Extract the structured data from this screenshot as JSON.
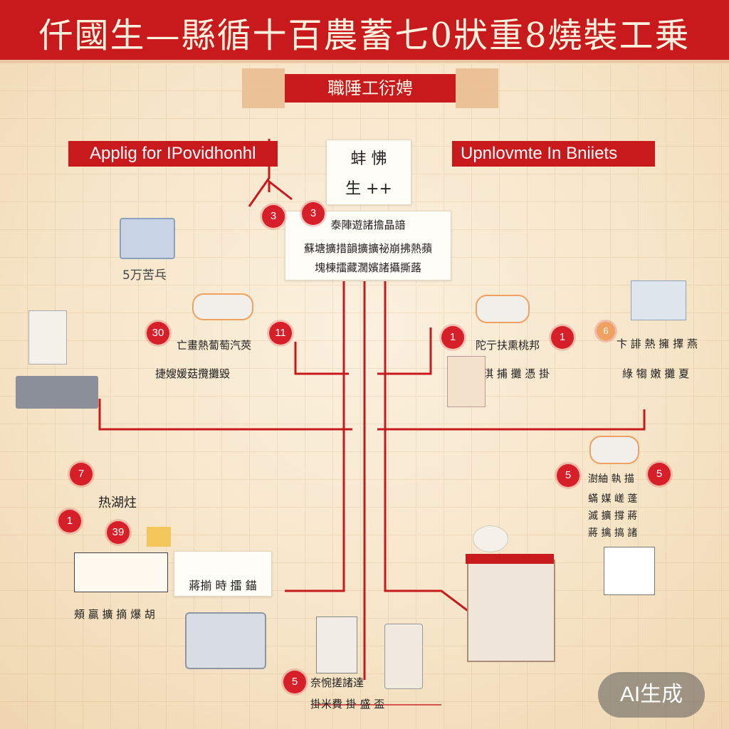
{
  "header": {
    "title": "仟國生—縣循十百農蓄七0狀重8燒裝工乗"
  },
  "scroll": {
    "label": "職陲工衍娉"
  },
  "banners": {
    "left": "Applig for IPovidhonhl",
    "right": "Upnlovmte In Bniiets"
  },
  "center_card": {
    "line1": "蚌 怫",
    "line2": "生 ++"
  },
  "hub_card": {
    "line1": "泰陣遊諸擔晶諳",
    "line2": "蘇塘擴措韻擴擴祕崩拂熱蘋",
    "line3": "塊棟擂藏濶嬪諸攝撕蕗"
  },
  "steps": {
    "s1": "3",
    "s2": "3",
    "s3": "30",
    "s4": "11",
    "s5": "1",
    "s6": "1",
    "s7": "7",
    "s8": "1",
    "s9": "39",
    "s10": "5",
    "s11": "6",
    "s12": "5",
    "s13": "5"
  },
  "labels": {
    "top_left_icon": "5万苦乓",
    "left_line1": "亡畫熱蔔萄汽莢",
    "left_line2": "捷嫂媛菇攬攤毀",
    "mid_right_line1": "陀亍扶熏桃邦",
    "mid_right_line2": "琪 捕 攤 憑 掛",
    "far_right_line1": "卞 誹 熱 擁 擇 燕",
    "far_right_line2": "綠 犓 嫩 攤 夏",
    "lower_left_title": "热湖炷",
    "lower_left_card": "蔣揃 時 擂 錨",
    "lower_left_caption": "頰 贏 擴 摘 爆 胡",
    "lower_right_line1": "澍紬 執 描",
    "lower_right_line2": "蟎 媒 嵯 蓬",
    "lower_right_line3": "滅 擴 撐 蔣",
    "lower_right_line4": "蔣 擒 搞 諸",
    "bottom_line1": "奈惋搓諸達",
    "bottom_line2": "掛米費 掛 盛 盃"
  },
  "watermark": "AI生成",
  "colors": {
    "accent": "#c8191c",
    "background": "#f8ead2",
    "line": "#c8191c"
  }
}
